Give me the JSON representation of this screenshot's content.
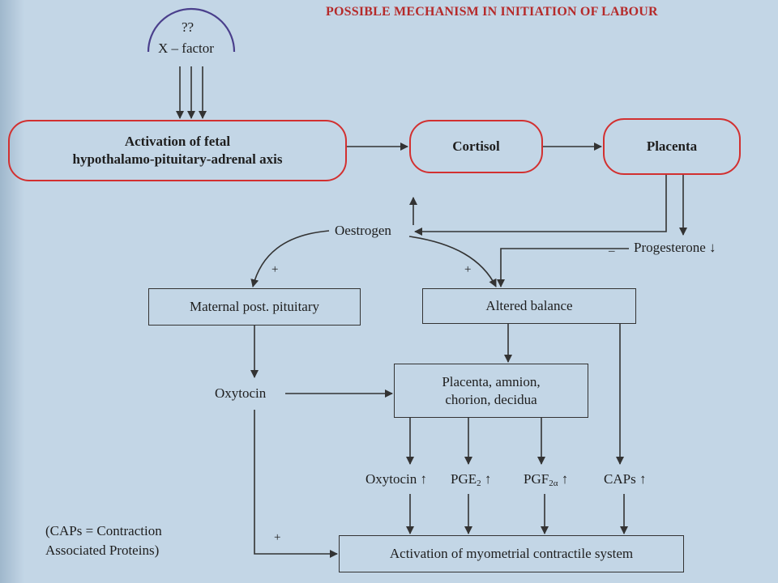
{
  "title": "POSSIBLE MECHANISM IN INITIATION OF LABOUR",
  "x_factor": {
    "unknown": "??",
    "label": "X – factor"
  },
  "nodes": {
    "hpa_line1": "Activation of fetal",
    "hpa_line2": "hypothalamo-pituitary-adrenal axis",
    "cortisol": "Cortisol",
    "placenta": "Placenta",
    "oestrogen": "Oestrogen",
    "progesterone": "Progesterone",
    "maternal": "Maternal post. pituitary",
    "altered": "Altered balance",
    "tissues_line1": "Placenta, amnion,",
    "tissues_line2": "chorion, decidua",
    "oxytocin": "Oxytocin",
    "oxytocin2": "Oxytocin",
    "pge": "PGE",
    "pge_sub": "2",
    "pgf": "PGF",
    "pgf_sub": "2α",
    "caps": "CAPs",
    "myometrial": "Activation of myometrial contractile system"
  },
  "signs": {
    "plus": "+",
    "minus": "–",
    "up": "↑",
    "down": "↓"
  },
  "footnote": {
    "line1": "(CAPs = Contraction",
    "line2": "Associated Proteins)"
  },
  "colors": {
    "background": "#c3d6e6",
    "accent": "#d23030",
    "title": "#b52a2a",
    "ink": "#333333"
  }
}
